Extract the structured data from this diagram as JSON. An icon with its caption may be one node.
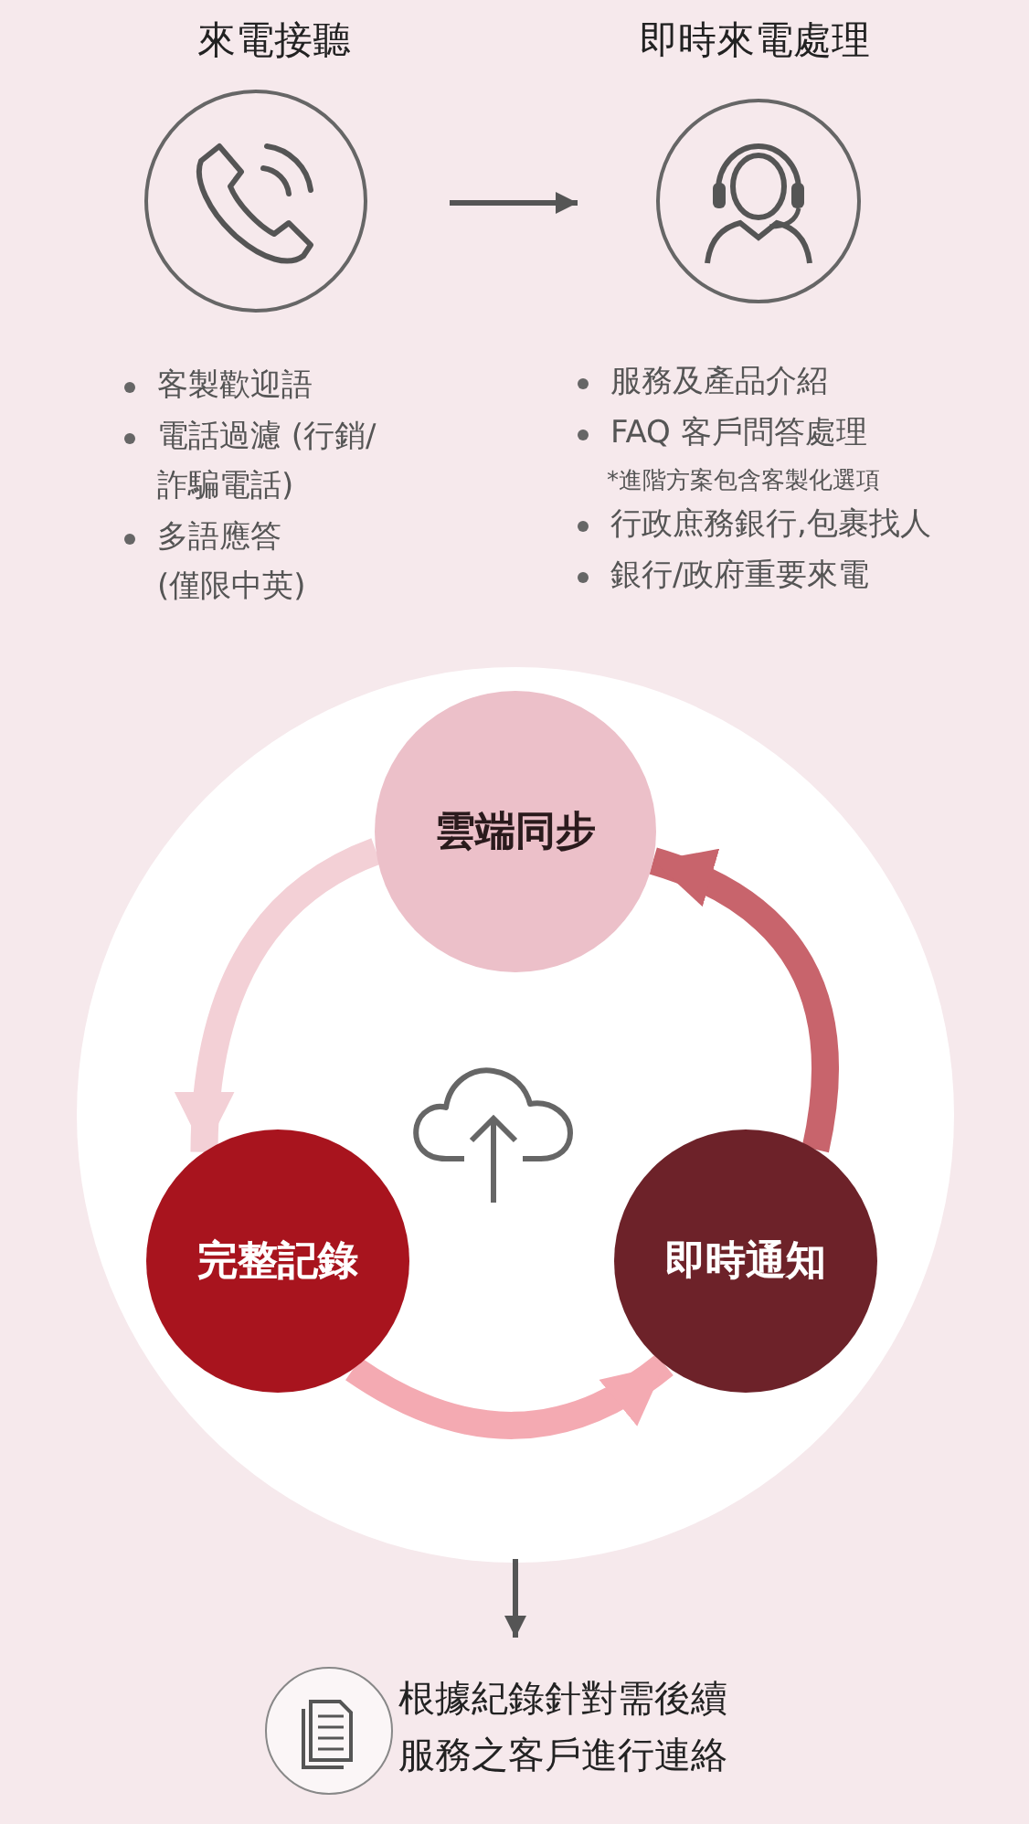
{
  "diagram": {
    "nodes": [
      {
        "text": [
          "來電接聽"
        ],
        "beside": [
          "客製歡迎語",
          "電話過濾 (行銷/詐騙電話)",
          "多語應答 (僅限中英)"
        ]
      },
      {
        "text": [
          "即時來電處理"
        ],
        "beside": [
          "服務及產品介紹",
          "FAQ 客戶問答處理",
          "*進階方案包含客製化選項",
          "行政庶務銀行,包裹找人",
          "銀行/政府重要來電"
        ]
      },
      {
        "text": [
          "雲端同步"
        ]
      },
      {
        "text": [
          "完整記錄"
        ]
      },
      {
        "text": [
          "即時通知"
        ]
      },
      {
        "text": [
          "根據紀錄針對需後續服務之客戶進行連絡"
        ]
      }
    ],
    "edges": [
      {
        "from": 0,
        "to": 1,
        "arrow": "to"
      },
      {
        "from": 2,
        "to": 3,
        "arrow": "to",
        "color": "#f3d0d6"
      },
      {
        "from": 3,
        "to": 4,
        "arrow": "to",
        "color": "#f4aab2"
      },
      {
        "from": 4,
        "to": 2,
        "arrow": "to",
        "color": "#c8646c"
      },
      {
        "from": null,
        "to": 5,
        "arrow": "to"
      }
    ]
  }
}
